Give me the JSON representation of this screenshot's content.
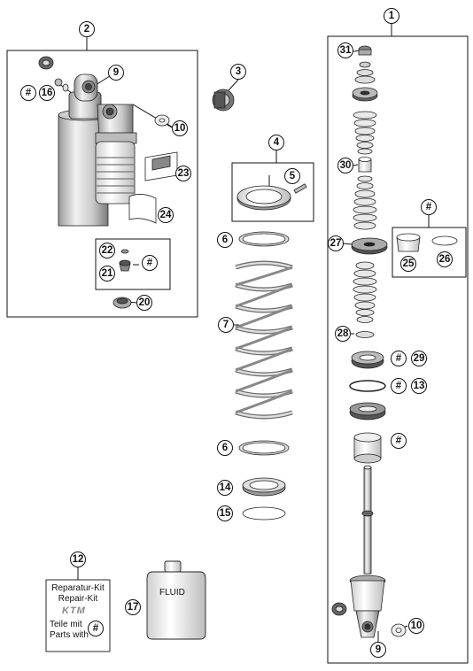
{
  "callouts": {
    "c1": "1",
    "c2": "2",
    "c3": "3",
    "c4": "4",
    "c5": "5",
    "c6a": "6",
    "c6b": "6",
    "c7": "7",
    "c9a": "9",
    "c9b": "9",
    "c10a": "10",
    "c10b": "10",
    "c12": "12",
    "c13": "13",
    "c14": "14",
    "c15": "15",
    "c16": "16",
    "c17": "17",
    "c20": "20",
    "c21": "21",
    "c22": "22",
    "c23": "23",
    "c24": "24",
    "c25": "25",
    "c26": "26",
    "c27": "27",
    "c28": "28",
    "c29": "29",
    "c30": "30",
    "c31": "31",
    "hash1": "#",
    "hash2": "#",
    "hash3": "#",
    "hash4": "#",
    "hash5": "#",
    "hash6": "#"
  },
  "repair_kit": {
    "line1": "Reparatur-Kit",
    "line2": "Repair-Kit",
    "logo": "KTM",
    "line3": "Teile mit",
    "line4": "Parts with",
    "hash": "#"
  },
  "fluid": {
    "label": "FLUID"
  }
}
